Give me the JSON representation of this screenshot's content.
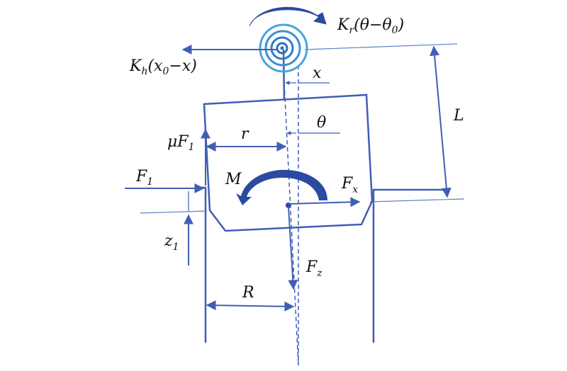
{
  "diagram": {
    "colors": {
      "line": "#3f5fb5",
      "spring_inner": "#2f6fc0",
      "spring_outer": "#4aa3e0",
      "text": "#111111"
    },
    "labels": {
      "kr_main": "K",
      "kr_sub": "r",
      "kr_rest": "(θ−θ",
      "kr_sub0": "0",
      "kr_close": ")",
      "kh_main": "K",
      "kh_sub": "h",
      "kh_rest": "(x",
      "kh_sub0": "0",
      "kh_close": "−x)",
      "x": "x",
      "L": "L",
      "theta": "θ",
      "muF1_mu": "μF",
      "muF1_sub": "1",
      "r": "r",
      "F1_main": "F",
      "F1_sub": "1",
      "M": "M",
      "Fx_main": "F",
      "Fx_sub": "x",
      "z1_main": "z",
      "z1_sub": "1",
      "Fz_main": "F",
      "Fz_sub": "z",
      "R": "R"
    }
  }
}
